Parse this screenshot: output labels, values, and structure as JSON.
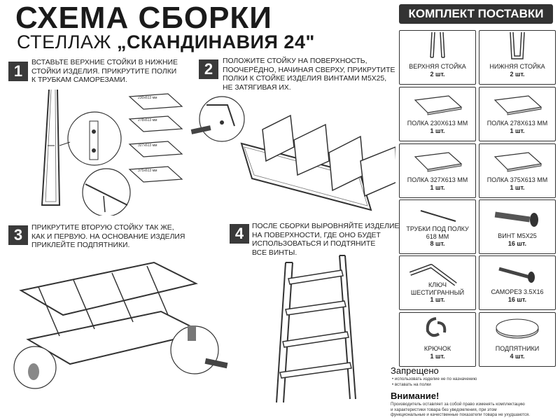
{
  "header": {
    "title": "СХЕМА СБОРКИ",
    "subtitle_prefix": "СТЕЛЛАЖ",
    "subtitle_name": "„СКАНДИНАВИЯ 24\""
  },
  "steps": [
    {
      "num": "1",
      "lines": [
        "ВСТАВЬТЕ ВЕРХНИЕ СТОЙКИ В НИЖНИЕ",
        "СТОЙКИ ИЗДЕЛИЯ. ПРИКРУТИТЕ ПОЛКИ",
        "К ТРУБКАМ САМОРЕЗАМИ."
      ]
    },
    {
      "num": "2",
      "lines": [
        "ПОЛОЖИТЕ СТОЙКУ НА ПОВЕРХНОСТЬ,",
        "ПООЧЕРЁДНО, НАЧИНАЯ СВЕРХУ, ПРИКРУТИТЕ",
        "ПОЛКИ К СТОЙКЕ ИЗДЕЛИЯ ВИНТАМИ М5х25,",
        "НЕ ЗАТЯГИВАЯ ИХ."
      ]
    },
    {
      "num": "3",
      "lines": [
        "ПРИКРУТИТЕ ВТОРУЮ СТОЙКУ ТАК ЖЕ,",
        "КАК И ПЕРВУЮ. НА ОСНОВАНИЕ ИЗДЕЛИЯ",
        "ПРИКЛЕЙТЕ ПОДПЯТНИКИ."
      ]
    },
    {
      "num": "4",
      "lines": [
        "ПОСЛЕ СБОРКИ ВЫРОВНЯЙТЕ ИЗДЕЛИЕ",
        "НА ПОВЕРХНОСТИ, ГДЕ ОНО БУДЕТ",
        "ИСПОЛЬЗОВАТЬСЯ И ПОДТЯНИТЕ",
        "ВСЕ ВИНТЫ."
      ]
    }
  ],
  "shelf_labels": [
    "230х613 мм",
    "278х613 мм",
    "327х613 мм",
    "375х613 мм"
  ],
  "kit": {
    "header": "КОМПЛЕКТ ПОСТАВКИ",
    "items": [
      {
        "icon": "upper-post-icon",
        "name": "ВЕРХНЯЯ СТОЙКА",
        "qty": "2 шт."
      },
      {
        "icon": "lower-post-icon",
        "name": "НИЖНЯЯ СТОЙКА",
        "qty": "2 шт."
      },
      {
        "icon": "shelf-icon",
        "name": "ПОЛКА 230х613 мм",
        "qty": "1 шт."
      },
      {
        "icon": "shelf-icon",
        "name": "ПОЛКА 278х613 мм",
        "qty": "1 шт."
      },
      {
        "icon": "shelf-icon",
        "name": "ПОЛКА 327х613 мм",
        "qty": "1 шт."
      },
      {
        "icon": "shelf-icon",
        "name": "ПОЛКА 375х613 мм",
        "qty": "1 шт."
      },
      {
        "icon": "tube-icon",
        "name": "ТРУБКИ ПОД ПОЛКУ",
        "name2": "618 мм",
        "qty": "8 шт."
      },
      {
        "icon": "screw-icon",
        "name": "ВИНТ М5х25",
        "qty": "16 шт."
      },
      {
        "icon": "hex-key-icon",
        "name": "КЛЮЧ",
        "name2": "ШЕСТИГРАННЫЙ",
        "qty": "1 шт."
      },
      {
        "icon": "self-tapping-screw-icon",
        "name": "САМОРЕЗ 3.5х16",
        "qty": "16 шт."
      },
      {
        "icon": "hook-icon",
        "name": "КРЮЧОК",
        "qty": "1 шт."
      },
      {
        "icon": "foot-pad-icon",
        "name": "ПОДПЯТНИКИ",
        "qty": "4 шт."
      }
    ]
  },
  "prohibited": {
    "title": "Запрещено",
    "items": [
      "использовать изделие не по назначению",
      "вставать на полки"
    ]
  },
  "attention": {
    "title": "Внимание!",
    "lines": [
      "Производитель оставляет за собой право изменять комплектацию",
      "и характеристики товара без уведомления, при этом",
      "функциональные и качественные показатели товара не ухудшаются."
    ]
  }
}
